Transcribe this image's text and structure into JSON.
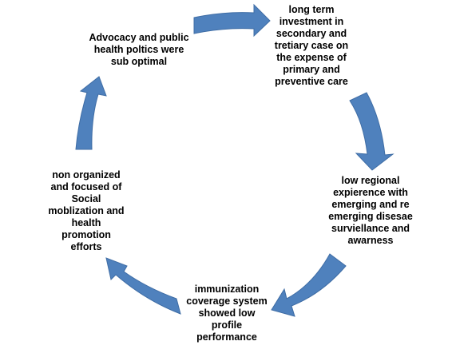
{
  "diagram": {
    "type": "cycle",
    "arrow_color": "#4F81BD",
    "arrow_border_color": "#3F6DA5",
    "text_color": "#000000",
    "nodes": [
      {
        "id": "n1",
        "text": "long term\ninvestment in\nsecondary and\ntretiary case on\nthe expense of\nprimary and\npreventive care"
      },
      {
        "id": "n2",
        "text": "low  regional\nexpierence with\nemerging and re\nemerging disesae\nsurviellance and\nawarness"
      },
      {
        "id": "n3",
        "text": "immunization\ncoverage system\nshowed low\nprofile\nperformance"
      },
      {
        "id": "n4",
        "text": "non organized\nand focused  of\nSocial\nmoblization and\nhealth\npromotion\nefforts"
      },
      {
        "id": "n5",
        "text": "Advocacy and public\nhealth poltics  were\nsub optimal"
      }
    ],
    "arrows": [
      {
        "from": "n5",
        "to": "n1"
      },
      {
        "from": "n1",
        "to": "n2"
      },
      {
        "from": "n2",
        "to": "n3"
      },
      {
        "from": "n3",
        "to": "n4"
      },
      {
        "from": "n4",
        "to": "n5"
      }
    ]
  }
}
